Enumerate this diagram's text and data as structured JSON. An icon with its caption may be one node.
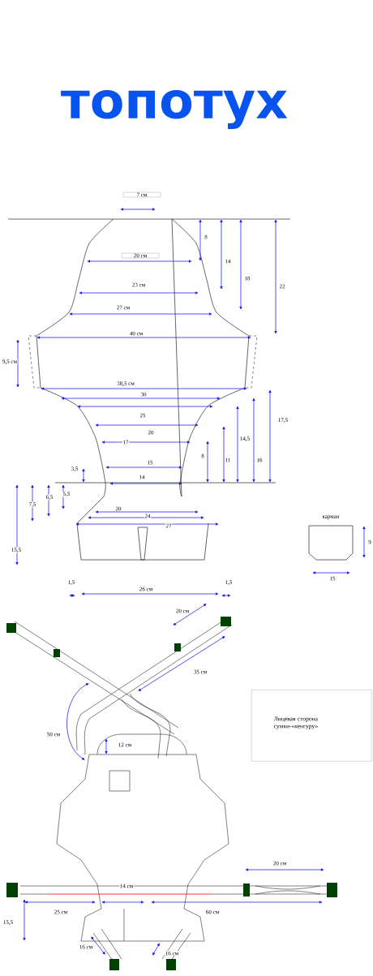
{
  "diagram": {
    "title": "топотух",
    "nodes": [
      {
        "text": [
          "карман"
        ]
      },
      {
        "text": [
          "Лицевая сторона сумки-«кенгуру»"
        ]
      }
    ],
    "labels": [
      "7 см",
      "8",
      "14",
      "18",
      "22",
      "20 см",
      "23 см",
      "27 см",
      "40 см",
      "9,5 см",
      "38,5 см",
      "30",
      "17,5",
      "25",
      "14,5",
      "16",
      "20",
      "17",
      "8",
      "11",
      "3,5",
      "15",
      "14",
      "7,5",
      "6,5",
      "5,5",
      "20",
      "24",
      "27",
      "15,5",
      "9",
      "15",
      "1,5",
      "26 см",
      "1,5",
      "20 см",
      "35 см",
      "50 см",
      "12 см",
      "20 см",
      "14 см",
      "25 см",
      "60 см",
      "15,5",
      "16 см",
      "16 см"
    ]
  }
}
